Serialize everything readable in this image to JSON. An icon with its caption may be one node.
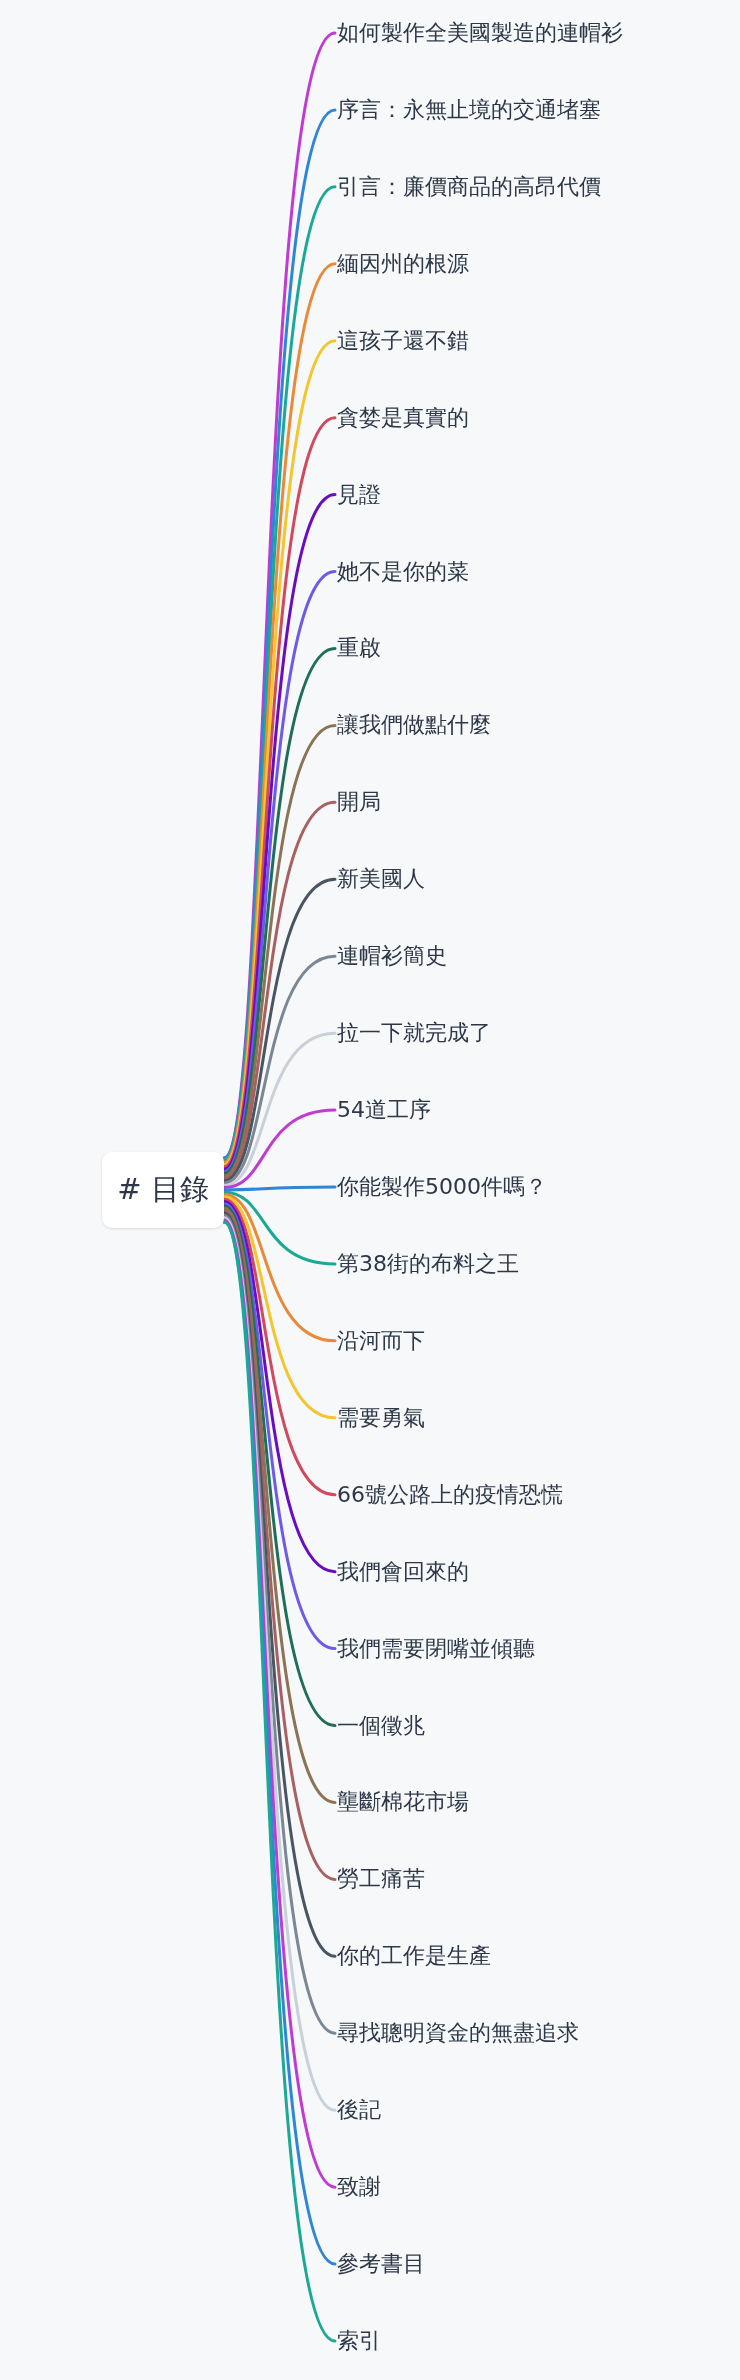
{
  "diagram": {
    "nodes": [
      {
        "text": [
          "# 目錄"
        ]
      },
      {
        "text": [
          "如何製作全美國製造的連帽衫"
        ]
      },
      {
        "text": [
          "序言：永無止境的交通堵塞"
        ]
      },
      {
        "text": [
          "引言：廉價商品的高昂代價"
        ]
      },
      {
        "text": [
          "緬因州的根源"
        ]
      },
      {
        "text": [
          "這孩子還不錯"
        ]
      },
      {
        "text": [
          "貪婪是真實的"
        ]
      },
      {
        "text": [
          "見證"
        ]
      },
      {
        "text": [
          "她不是你的菜"
        ]
      },
      {
        "text": [
          "重啟"
        ]
      },
      {
        "text": [
          "讓我們做點什麼"
        ]
      },
      {
        "text": [
          "開局"
        ]
      },
      {
        "text": [
          "新美國人"
        ]
      },
      {
        "text": [
          "連帽衫簡史"
        ]
      },
      {
        "text": [
          "拉一下就完成了"
        ]
      },
      {
        "text": [
          "54道工序"
        ]
      },
      {
        "text": [
          "你能製作5000件嗎？"
        ]
      },
      {
        "text": [
          "第38街的布料之王"
        ]
      },
      {
        "text": [
          "沿河而下"
        ]
      },
      {
        "text": [
          "需要勇氣"
        ]
      },
      {
        "text": [
          "66號公路上的疫情恐慌"
        ]
      },
      {
        "text": [
          "我們會回來的"
        ]
      },
      {
        "text": [
          "我們需要閉嘴並傾聽"
        ]
      },
      {
        "text": [
          "一個徵兆"
        ]
      },
      {
        "text": [
          "壟斷棉花市場"
        ]
      },
      {
        "text": [
          "勞工痛苦"
        ]
      },
      {
        "text": [
          "你的工作是生產"
        ]
      },
      {
        "text": [
          "尋找聰明資金的無盡追求"
        ]
      },
      {
        "text": [
          "後記"
        ]
      },
      {
        "text": [
          "致謝"
        ]
      },
      {
        "text": [
          "參考書目"
        ]
      },
      {
        "text": [
          "索引"
        ]
      }
    ],
    "edges": [
      {
        "from": 0,
        "to": 1,
        "arrow": "none",
        "color": "#c03bd0"
      },
      {
        "from": 0,
        "to": 2,
        "arrow": "none",
        "color": "#2f86d6"
      },
      {
        "from": 0,
        "to": 3,
        "arrow": "none",
        "color": "#1ca896"
      },
      {
        "from": 0,
        "to": 4,
        "arrow": "none",
        "color": "#e88a3a"
      },
      {
        "from": 0,
        "to": 5,
        "arrow": "none",
        "color": "#f3c52e"
      },
      {
        "from": 0,
        "to": 6,
        "arrow": "none",
        "color": "#d04a5e"
      },
      {
        "from": 0,
        "to": 7,
        "arrow": "none",
        "color": "#6a0dbf"
      },
      {
        "from": 0,
        "to": 8,
        "arrow": "none",
        "color": "#6e5ae8"
      },
      {
        "from": 0,
        "to": 9,
        "arrow": "none",
        "color": "#1e6e5a"
      },
      {
        "from": 0,
        "to": 10,
        "arrow": "none",
        "color": "#8b7355"
      },
      {
        "from": 0,
        "to": 11,
        "arrow": "none",
        "color": "#a86060"
      },
      {
        "from": 0,
        "to": 12,
        "arrow": "none",
        "color": "#4a5563"
      },
      {
        "from": 0,
        "to": 13,
        "arrow": "none",
        "color": "#7b8794"
      },
      {
        "from": 0,
        "to": 14,
        "arrow": "none",
        "color": "#c8d0d8"
      },
      {
        "from": 0,
        "to": 15,
        "arrow": "none",
        "color": "#c03bd0"
      },
      {
        "from": 0,
        "to": 16,
        "arrow": "none",
        "color": "#2f86d6"
      },
      {
        "from": 0,
        "to": 17,
        "arrow": "none",
        "color": "#1ca896"
      },
      {
        "from": 0,
        "to": 18,
        "arrow": "none",
        "color": "#e88a3a"
      },
      {
        "from": 0,
        "to": 19,
        "arrow": "none",
        "color": "#f3c52e"
      },
      {
        "from": 0,
        "to": 20,
        "arrow": "none",
        "color": "#d04a5e"
      },
      {
        "from": 0,
        "to": 21,
        "arrow": "none",
        "color": "#6a0dbf"
      },
      {
        "from": 0,
        "to": 22,
        "arrow": "none",
        "color": "#6e5ae8"
      },
      {
        "from": 0,
        "to": 23,
        "arrow": "none",
        "color": "#1e6e5a"
      },
      {
        "from": 0,
        "to": 24,
        "arrow": "none",
        "color": "#8b7355"
      },
      {
        "from": 0,
        "to": 25,
        "arrow": "none",
        "color": "#a86060"
      },
      {
        "from": 0,
        "to": 26,
        "arrow": "none",
        "color": "#4a5563"
      },
      {
        "from": 0,
        "to": 27,
        "arrow": "none",
        "color": "#7b8794"
      },
      {
        "from": 0,
        "to": 28,
        "arrow": "none",
        "color": "#c8d0d8"
      },
      {
        "from": 0,
        "to": 29,
        "arrow": "none",
        "color": "#c03bd0"
      },
      {
        "from": 0,
        "to": 30,
        "arrow": "none",
        "color": "#2f86d6"
      },
      {
        "from": 0,
        "to": 31,
        "arrow": "none",
        "color": "#1ca896"
      }
    ]
  }
}
